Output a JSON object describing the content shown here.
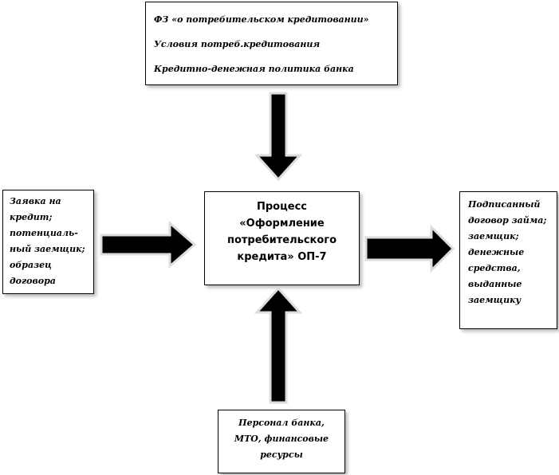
{
  "controls": {
    "lines": [
      "ФЗ «о потребительском кредитовании»",
      "Условия потреб.кредитования",
      "Кредитно-денежная политика банка"
    ]
  },
  "inputs": {
    "lines": [
      "Заявка на",
      "кредит;",
      "потенциаль-",
      "ный заемщик;",
      "образец",
      "договора"
    ]
  },
  "process": {
    "lines": [
      "Процесс",
      "«Оформление",
      "потребительского",
      "кредита» ОП-7"
    ]
  },
  "outputs": {
    "lines": [
      "Подписанный",
      "договор займа;",
      "заемщик;",
      "денежные",
      "средства,",
      "выданные",
      "заемщику"
    ]
  },
  "mechanisms": {
    "lines": [
      "Персонал банка,",
      "МТО, финансовые",
      "ресурсы"
    ]
  }
}
